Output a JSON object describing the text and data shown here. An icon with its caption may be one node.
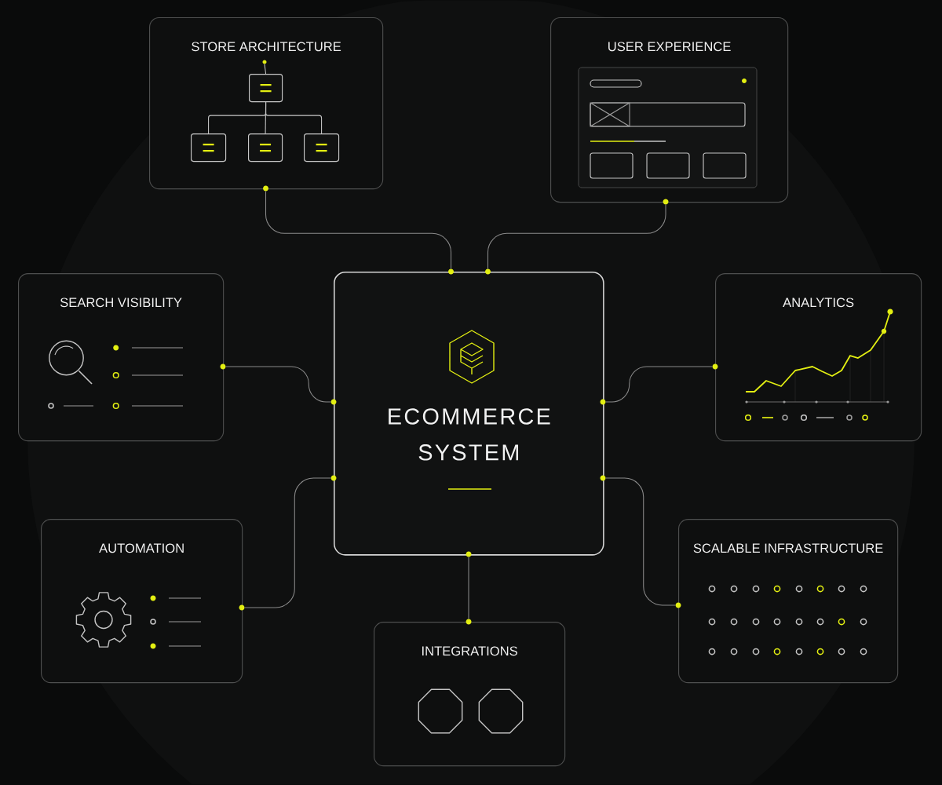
{
  "diagram": {
    "nodes": [
      {
        "text": [
          "STORE ARCHITECTURE"
        ]
      },
      {
        "text": [],
        "shape": "circle",
        "in": 0
      },
      {
        "text": [],
        "shape": "box",
        "in": 0
      },
      {
        "text": [],
        "shape": "box",
        "in": 0
      },
      {
        "text": [],
        "shape": "box",
        "in": 0
      },
      {
        "text": [],
        "shape": "box",
        "in": 0
      },
      {
        "text": [
          "USER EXPERIENCE"
        ]
      },
      {
        "text": [
          "SEARCH VISIBILITY"
        ]
      },
      {
        "text": [
          "ECOMMERCE SYSTEM"
        ]
      },
      {
        "text": [
          "ANALYTICS"
        ]
      },
      {
        "text": [
          "AUTOMATION"
        ]
      },
      {
        "text": [
          "INTEGRATIONS"
        ]
      },
      {
        "text": [
          "SCALABLE INFRASTRUCTURE"
        ]
      },
      {
        "text": [],
        "shape": "circle"
      },
      {
        "text": [],
        "shape": "circle"
      },
      {
        "text": [],
        "shape": "circle"
      },
      {
        "text": [],
        "shape": "circle"
      },
      {
        "text": [],
        "shape": "circle"
      },
      {
        "text": [],
        "shape": "circle"
      },
      {
        "text": [],
        "shape": "circle"
      },
      {
        "text": [],
        "shape": "circle"
      },
      {
        "text": [],
        "shape": "circle"
      },
      {
        "text": [],
        "shape": "circle"
      },
      {
        "text": [],
        "shape": "circle"
      },
      {
        "text": [],
        "shape": "circle"
      },
      {
        "text": [],
        "shape": "circle"
      },
      {
        "text": [],
        "shape": "circle"
      }
    ],
    "edges": [
      {
        "from": 13,
        "to": 15,
        "arrow": "none"
      },
      {
        "from": 14,
        "to": 16,
        "arrow": "none"
      },
      {
        "from": 17,
        "to": 19,
        "arrow": "none"
      },
      {
        "from": 18,
        "to": 20,
        "arrow": "none"
      },
      {
        "from": 25,
        "to": 21,
        "arrow": "none"
      },
      {
        "from": 26,
        "to": 23,
        "arrow": "none"
      },
      {
        "from": 24,
        "to": 22,
        "arrow": "none"
      },
      {
        "from": 1,
        "to": 2,
        "arrow": "none",
        "color": "#c8c8c8"
      },
      {
        "from": 2,
        "to": 3,
        "arrow": "none",
        "color": "#c8c8c8"
      },
      {
        "from": 2,
        "to": 4,
        "arrow": "none",
        "color": "#c8c8c8"
      },
      {
        "from": 2,
        "to": 5,
        "arrow": "none",
        "color": "#c8c8c8"
      }
    ]
  }
}
